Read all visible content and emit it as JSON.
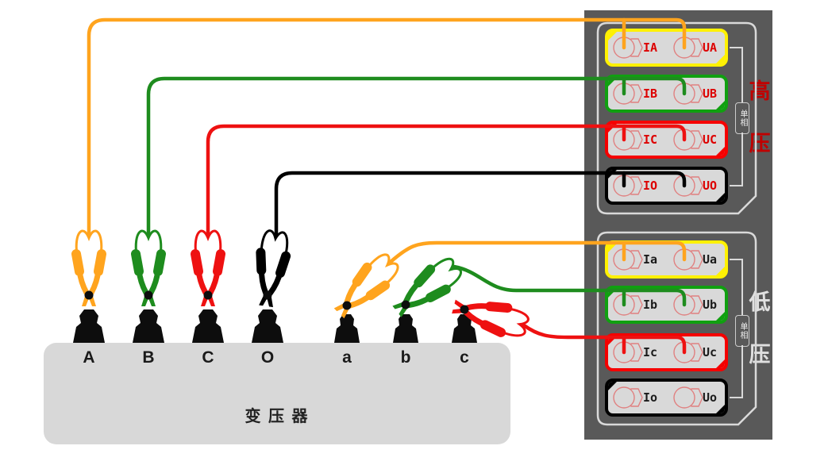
{
  "device_panel": {
    "high_voltage_group": {
      "side_label": "高压",
      "side_label_chars": [
        "高",
        "压"
      ],
      "phase_label": "单相",
      "label_color": "#DD0000",
      "side_label_color": "#C00000",
      "rows": [
        {
          "i_label": "IA",
          "u_label": "UA",
          "accent_color": "#FFF100"
        },
        {
          "i_label": "IB",
          "u_label": "UB",
          "accent_color": "#10A010"
        },
        {
          "i_label": "IC",
          "u_label": "UC",
          "accent_color": "#F50000"
        },
        {
          "i_label": "IO",
          "u_label": "UO",
          "accent_color": "#000000"
        }
      ]
    },
    "low_voltage_group": {
      "side_label": "低压",
      "side_label_chars": [
        "低",
        "压"
      ],
      "phase_label": "单相",
      "label_color": "#1A1A1A",
      "side_label_color": "#E0E0E0",
      "rows": [
        {
          "i_label": "Ia",
          "u_label": "Ua",
          "accent_color": "#FFF100"
        },
        {
          "i_label": "Ib",
          "u_label": "Ub",
          "accent_color": "#10A010"
        },
        {
          "i_label": "Ic",
          "u_label": "Uc",
          "accent_color": "#F50000"
        },
        {
          "i_label": "Io",
          "u_label": "Uo",
          "accent_color": "#000000"
        }
      ]
    }
  },
  "transformer": {
    "name": "变 压 器",
    "hv_terminals": [
      "A",
      "B",
      "C",
      "O"
    ],
    "lv_terminals": [
      "a",
      "b",
      "c"
    ]
  },
  "wiring": [
    {
      "id": "wire-A",
      "color": "#FFA41E",
      "from_terminal": "A",
      "to": [
        "IA",
        "UA"
      ]
    },
    {
      "id": "wire-B",
      "color": "#1E8C1E",
      "from_terminal": "B",
      "to": [
        "IB",
        "UB"
      ]
    },
    {
      "id": "wire-C",
      "color": "#EE1111",
      "from_terminal": "C",
      "to": [
        "IC",
        "UC"
      ]
    },
    {
      "id": "wire-O",
      "color": "#000000",
      "from_terminal": "O",
      "to": [
        "IO",
        "UO"
      ]
    },
    {
      "id": "wire-a",
      "color": "#FFA41E",
      "from_terminal": "a",
      "to": [
        "Ia",
        "Ua"
      ]
    },
    {
      "id": "wire-b",
      "color": "#1E8C1E",
      "from_terminal": "b",
      "to": [
        "Ib",
        "Ub"
      ]
    },
    {
      "id": "wire-c",
      "color": "#EE1111",
      "from_terminal": "c",
      "to": [
        "Ic",
        "Uc"
      ]
    }
  ],
  "colors": {
    "panel_bg": "#595959",
    "outline": "#D9D9D9",
    "box_fill": "#D9D9D9",
    "terminal_ring": "#E08080",
    "transformer_fill": "#D8D8D8"
  }
}
